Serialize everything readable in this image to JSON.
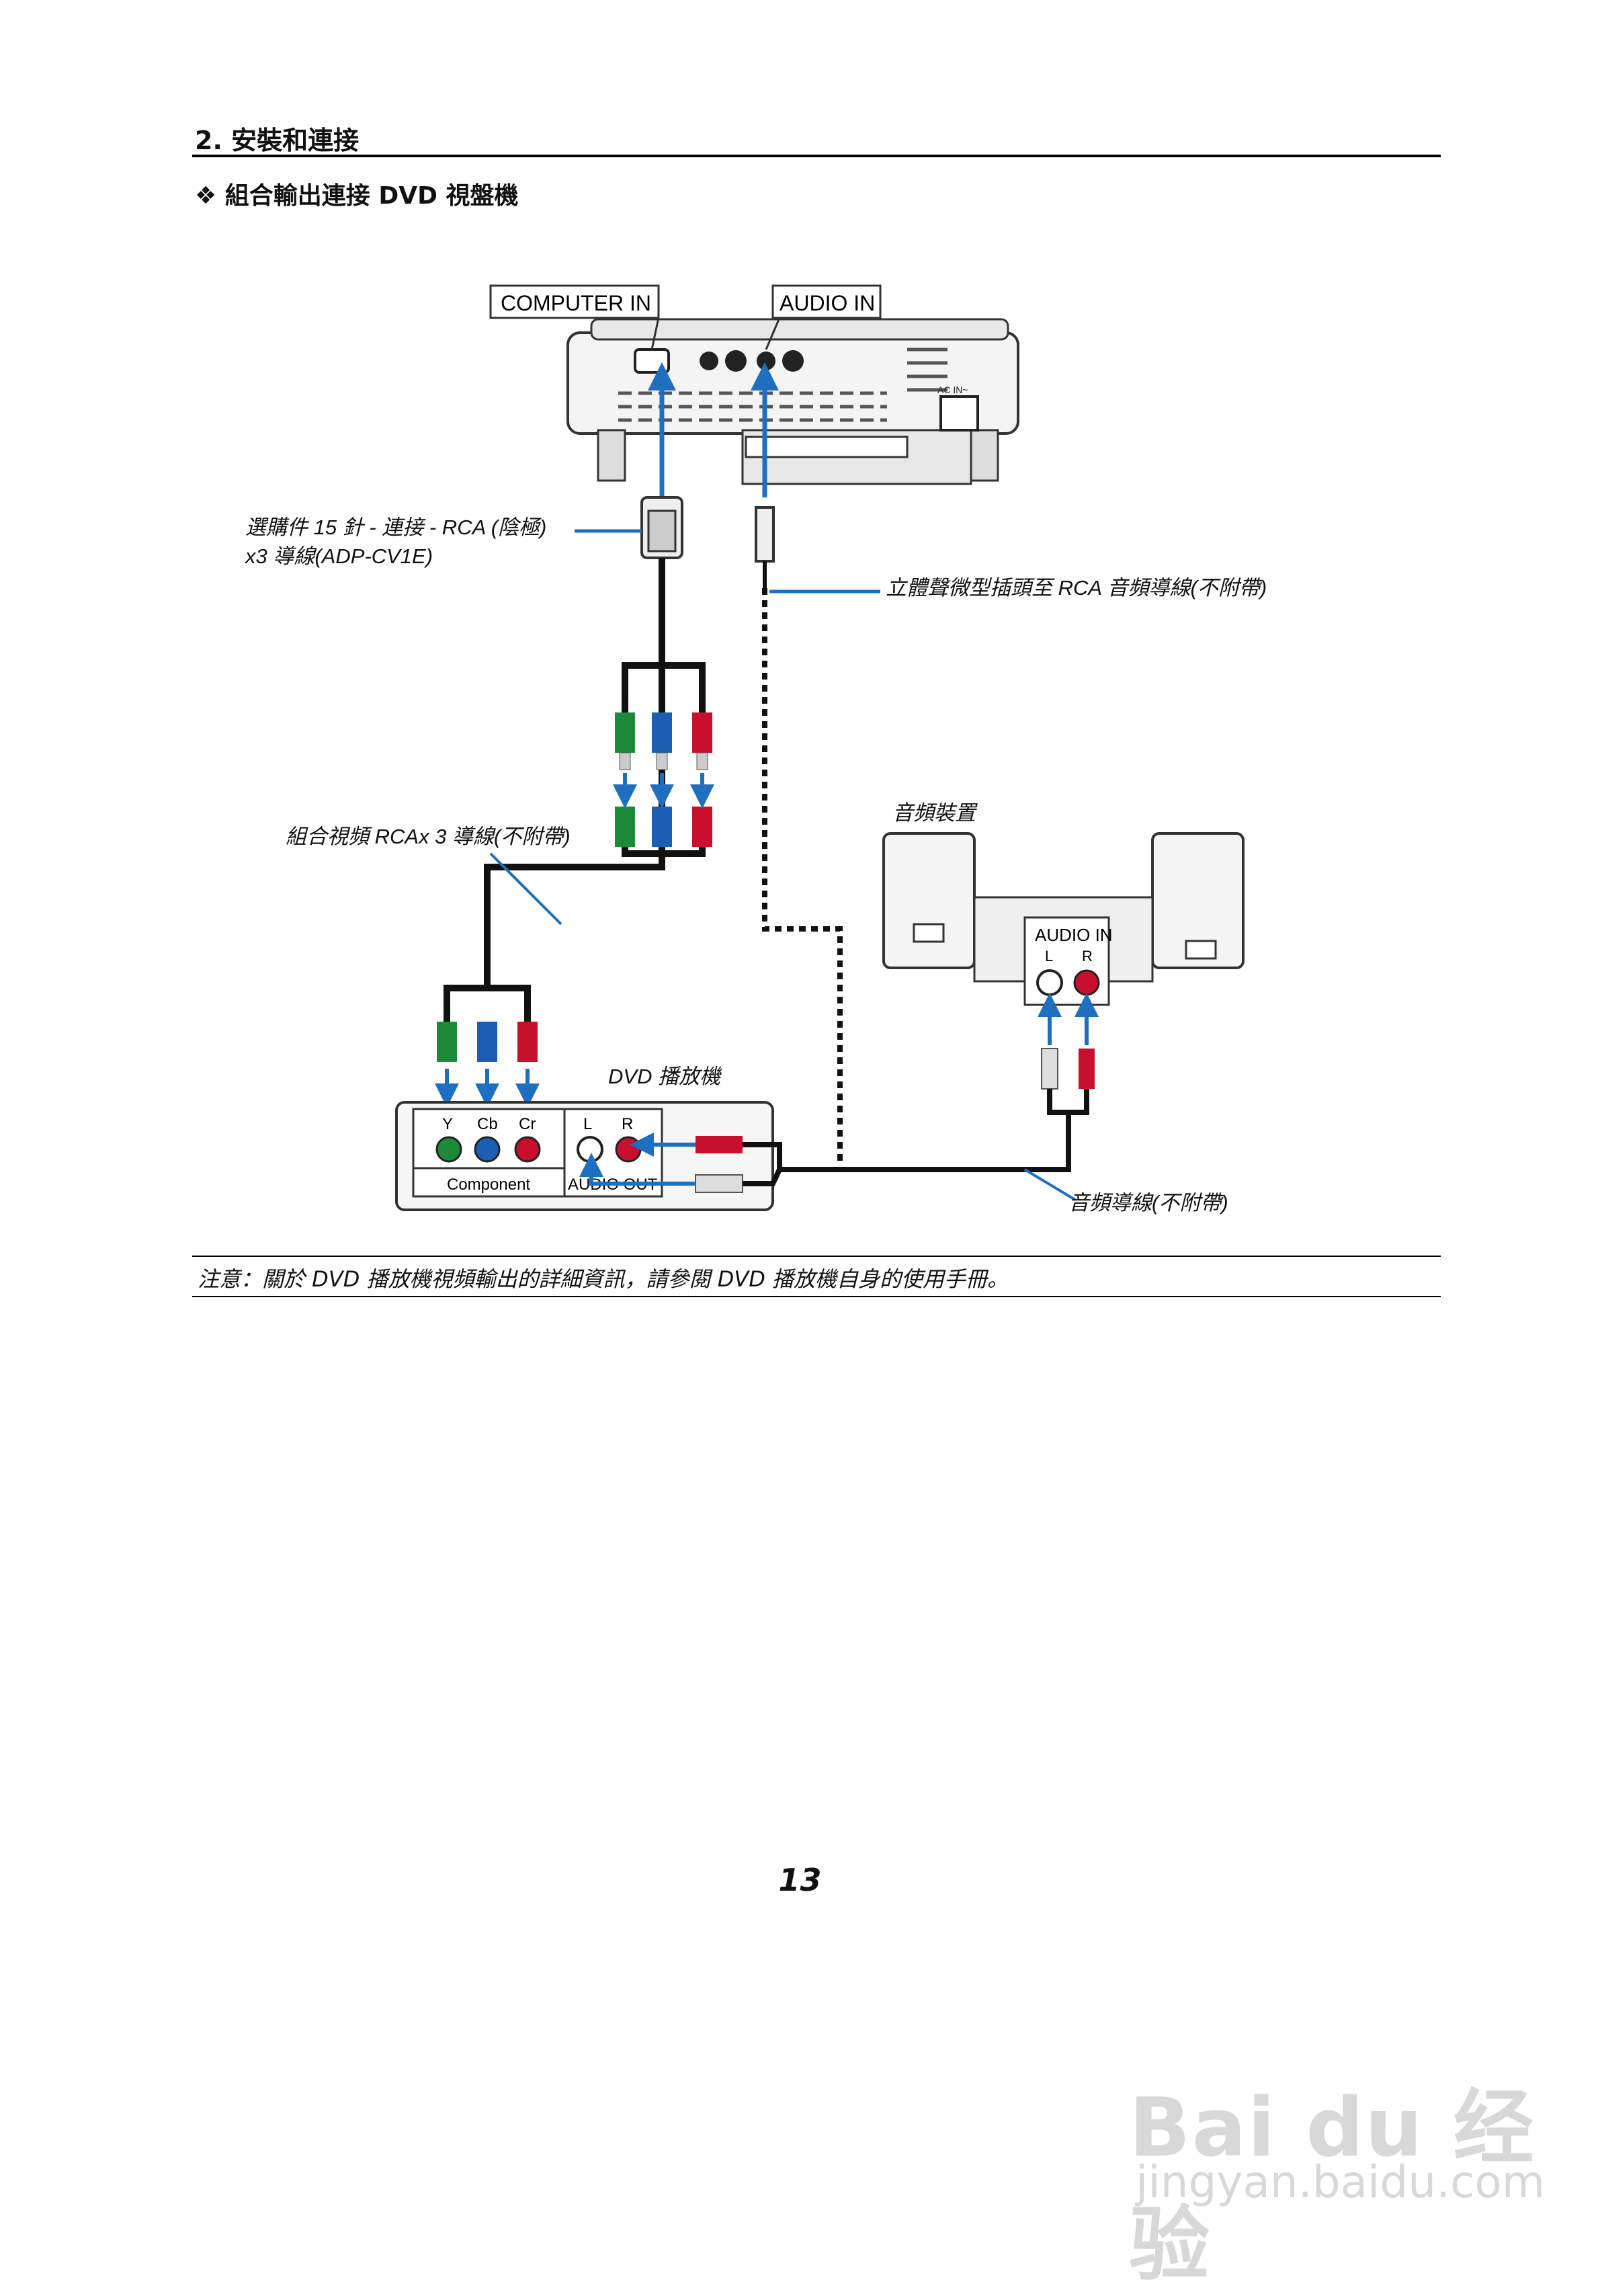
{
  "header": {
    "section_title": "2. 安裝和連接",
    "subtitle": "❖ 組合輸出連接 DVD 視盤機"
  },
  "diagram": {
    "computer_in": "COMPUTER IN",
    "audio_in_projector": "AUDIO IN",
    "cable_vga_line1": "選購件 15 針 - 連接 - RCA (陰極)",
    "cable_vga_line2": "x3 導線(ADP-CV1E)",
    "cable_stereo_mini": "立體聲微型插頭至 RCA 音頻導線(不附帶)",
    "component_cable": "組合視頻 RCAx 3 導線(不附帶)",
    "audio_device": "音頻裝置",
    "audio_in_device": "AUDIO IN",
    "device_l": "L",
    "device_r": "R",
    "dvd_player": "DVD 播放機",
    "dvd_y": "Y",
    "dvd_cb": "Cb",
    "dvd_cr": "Cr",
    "dvd_component": "Component",
    "dvd_l": "L",
    "dvd_r": "R",
    "dvd_audio_out": "AUDIO OUT",
    "audio_cable": "音頻導線(不附帶)",
    "projector_panel_code": "AC IN~",
    "colors": {
      "green": "#1d8a3a",
      "blue": "#1a5fb4",
      "red": "#c8102e",
      "arrow_blue": "#1f6fc0"
    }
  },
  "note": "注意：關於 DVD 播放機視頻輸出的詳細資訊，請參閱 DVD 播放機自身的使用手冊。",
  "page_number": "13",
  "watermark": {
    "logo": "Bai du 经验",
    "url": "jingyan.baidu.com"
  }
}
